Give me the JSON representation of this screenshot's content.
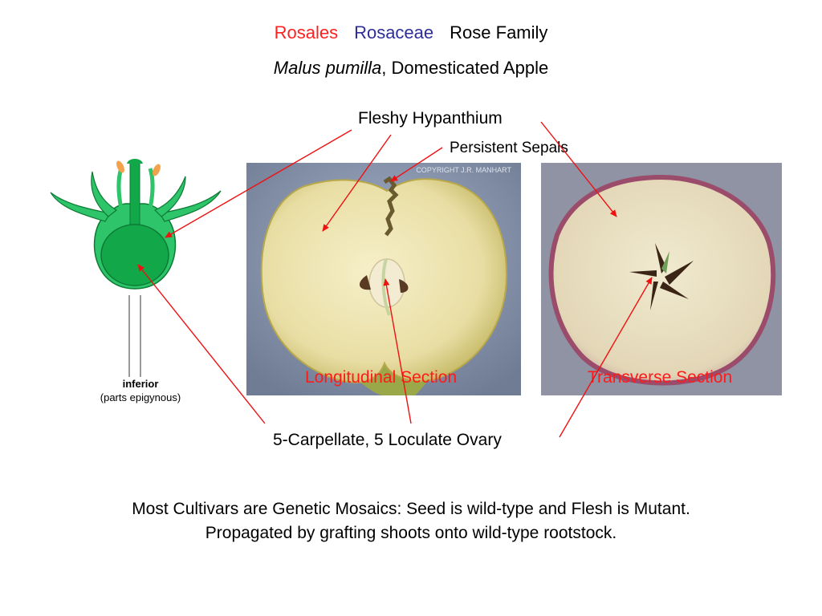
{
  "header": {
    "order": "Rosales",
    "family": "Rosaceae",
    "common_family": "Rose Family",
    "species": "Malus pumilla",
    "species_suffix": ", Domesticated Apple"
  },
  "labels": {
    "hypanthium": "Fleshy Hypanthium",
    "sepals": "Persistent Sepals",
    "ovary": "5-Carpellate, 5 Loculate Ovary"
  },
  "photos": {
    "longitudinal": "Longitudinal Section",
    "transverse": "Transverse Section",
    "copyright": "COPYRIGHT J.R. MANHART"
  },
  "diagram": {
    "caption_title": "inferior",
    "caption_sub": "(parts epigynous)"
  },
  "footer": {
    "line1": "Most Cultivars are Genetic Mosaics: Seed is wild-type and Flesh is Mutant.",
    "line2": "Propagated by grafting shoots onto wild-type rootstock."
  },
  "colors": {
    "order": "#ff2020",
    "family": "#2e2e9a",
    "arrow": "#ee1111",
    "section_label": "#ff1a1a",
    "diagram_green": "#12a84a"
  }
}
